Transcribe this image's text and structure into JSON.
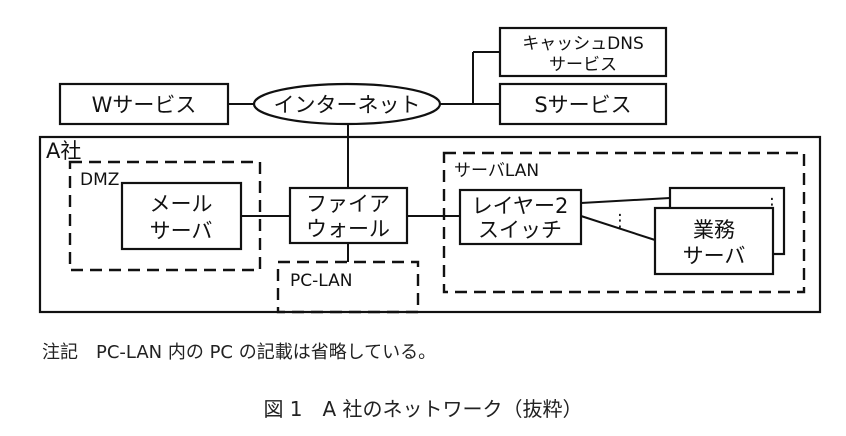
{
  "nodes": {
    "internet": "インターネット",
    "w_service": "Wサービス",
    "cache_dns": [
      "キャッシュDNS",
      "サービス"
    ],
    "s_service": "Sサービス",
    "company": "A社",
    "dmz": "DMZ",
    "mail_server": [
      "メール",
      "サーバ"
    ],
    "firewall": [
      "ファイア",
      "ウォール"
    ],
    "pc_lan": "PC-LAN",
    "server_lan": "サーバLAN",
    "l2_switch": [
      "レイヤー2",
      "スイッチ"
    ],
    "business_server": [
      "業務",
      "サーバ"
    ],
    "ellipsis": "⋮"
  },
  "note": "注記　PC-LAN 内の PC の記載は省略している。",
  "caption": "図 1　A 社のネットワーク（抜粋）"
}
